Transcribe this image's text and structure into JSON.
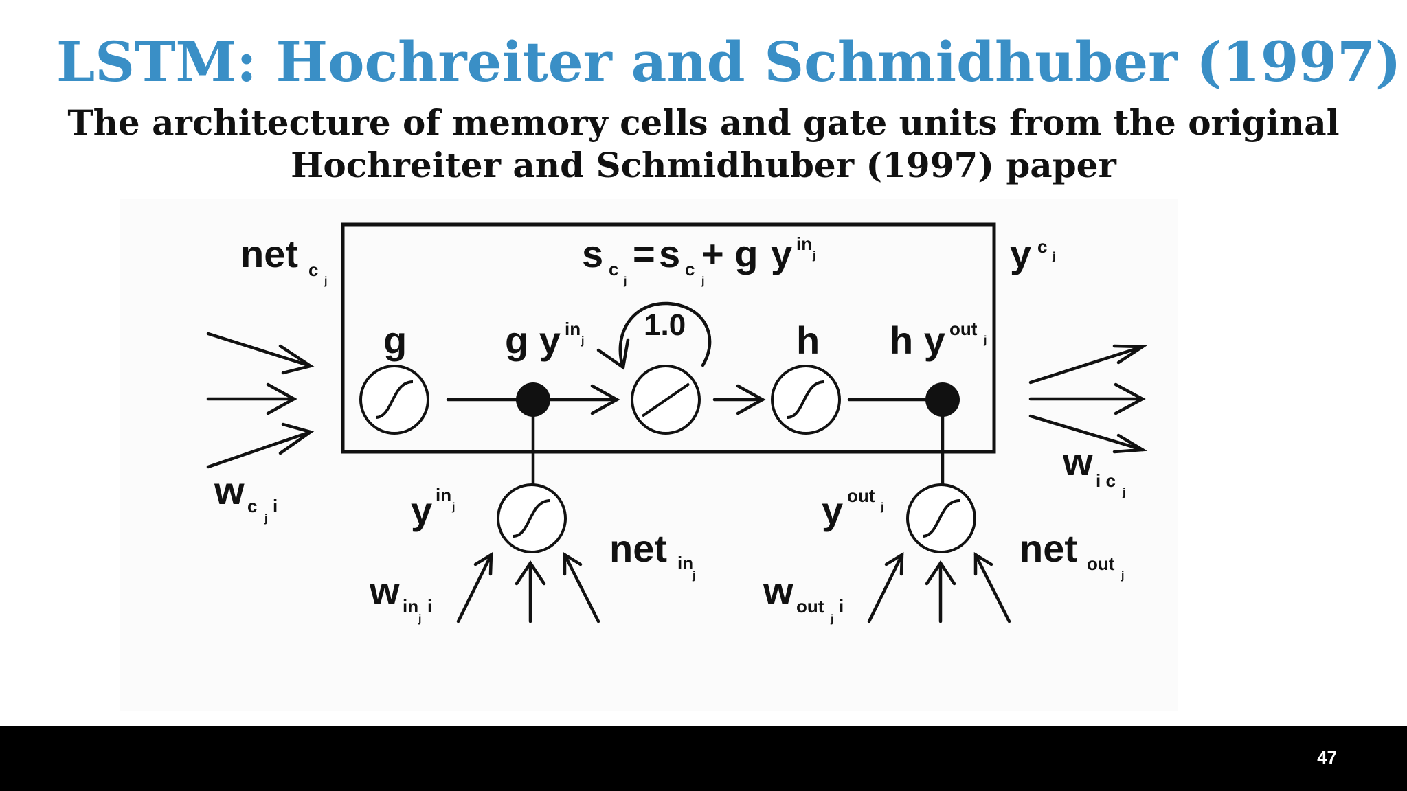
{
  "slide": {
    "title": "LSTM: Hochreiter and Schmidhuber (1997)",
    "subtitle_line1": "The architecture of memory cells and gate units from the original",
    "subtitle_line2": "Hochreiter and Schmidhuber (1997) paper",
    "page_number": "47"
  },
  "colors": {
    "title": "#3a8fc6",
    "footer": "#000000"
  },
  "diagram": {
    "net_c": {
      "main": "net",
      "sub": "c",
      "subsub": "j"
    },
    "state_eq": {
      "s1": "s",
      "s1_sub": "c",
      "s1_subsub": "j",
      "eq": "=",
      "s2": "s",
      "s2_sub": "c",
      "s2_subsub": "j",
      "plus_g": "+ g",
      "y": "y",
      "y_sup": "in",
      "y_supsub": "j"
    },
    "y_c": {
      "main": "y",
      "sup": "c",
      "supsub": "j"
    },
    "g": "g",
    "g_yin": {
      "main": "g y",
      "sup": "in",
      "supsub": "j"
    },
    "self_loop_weight": "1.0",
    "h": "h",
    "h_yout": {
      "main": "h y",
      "sup": "out",
      "supsub": "j"
    },
    "w_cji": {
      "main": "w",
      "sub": "c",
      "subsub": "j",
      "sub2": "i"
    },
    "y_in": {
      "main": "y",
      "sup": "in",
      "supsub": "j"
    },
    "net_in": {
      "main": "net",
      "sub": "in",
      "subsub": "j"
    },
    "w_inji": {
      "main": "w",
      "sub": "in",
      "subsub": "j",
      "sub2": "i"
    },
    "y_out": {
      "main": "y",
      "sup": "out",
      "supsub": "j"
    },
    "net_out": {
      "main": "net",
      "sub": "out",
      "subsub": "j"
    },
    "w_outji": {
      "main": "w",
      "sub": "out",
      "subsub": "j",
      "sub2": "i"
    },
    "w_icj": {
      "main": "w",
      "sub": "i c",
      "subsub": "j"
    }
  }
}
